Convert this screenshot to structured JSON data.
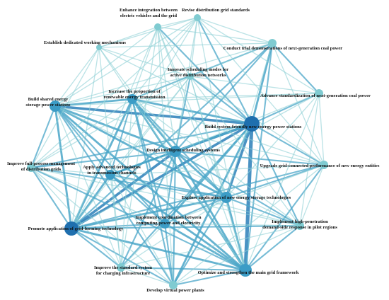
{
  "colors": {
    "background": "#ffffff",
    "node_large": "#1f6fae",
    "node_medium": "#3b9cc6",
    "node_small": "#7fcbd1",
    "edge_strong": "#2a7fb8",
    "edge_medium": "#4aa6c8",
    "edge_light": "#8fd0d6",
    "label": "#111111"
  },
  "nodes": [
    {
      "id": "n1",
      "label": [
        "Revise distribution grid standards"
      ],
      "weight": 2
    },
    {
      "id": "n2",
      "label": [
        "Enhance integration between",
        "electric vehicles and the grid"
      ],
      "weight": 2
    },
    {
      "id": "n3",
      "label": [
        "Establish dedicated working mechanisms"
      ],
      "weight": 1
    },
    {
      "id": "n4",
      "label": [
        "Conduct trial demonstrations of next-generation coal power"
      ],
      "weight": 2
    },
    {
      "id": "n5",
      "label": [
        "Innovate scheduling modes for",
        "active distribution networks"
      ],
      "weight": 2
    },
    {
      "id": "n6",
      "label": [
        "Increase the proportion of",
        "renewable energy transmission"
      ],
      "weight": 3
    },
    {
      "id": "n7",
      "label": [
        "Build shared energy",
        "storage power stations"
      ],
      "weight": 3
    },
    {
      "id": "n8",
      "label": [
        "Advance standardization of next-generation coal power"
      ],
      "weight": 2
    },
    {
      "id": "n9",
      "label": [
        "Build system-friendly new energy power stations"
      ],
      "weight": 5
    },
    {
      "id": "n10",
      "label": [
        "Design intelligent scheduling systems"
      ],
      "weight": 4
    },
    {
      "id": "n11",
      "label": [
        "Improve full-process management",
        "of distribution grids"
      ],
      "weight": 2
    },
    {
      "id": "n12",
      "label": [
        "Apply advanced technologies",
        "in transmission channels"
      ],
      "weight": 3
    },
    {
      "id": "n13",
      "label": [
        "Upgrade grid-connected performance of new energy entities"
      ],
      "weight": 2
    },
    {
      "id": "n14",
      "label": [
        "Explore application of new energy storage technologies"
      ],
      "weight": 4
    },
    {
      "id": "n15",
      "label": [
        "Implement coordination between",
        "computing power and electricity"
      ],
      "weight": 3
    },
    {
      "id": "n16",
      "label": [
        "Implement high-penetration",
        "demand-side response in pilot regions"
      ],
      "weight": 2
    },
    {
      "id": "n17",
      "label": [
        "Promote application of grid-forming technology"
      ],
      "weight": 5
    },
    {
      "id": "n18",
      "label": [
        "Improve the standard system",
        "for charging infrastructure"
      ],
      "weight": 2
    },
    {
      "id": "n19",
      "label": [
        "Optimize and strengthen the main grid framework"
      ],
      "weight": 4
    },
    {
      "id": "n20",
      "label": [
        "Develop virtual power plants"
      ],
      "weight": 2
    }
  ],
  "edges": [
    [
      "n9",
      "n19",
      6
    ],
    [
      "n9",
      "n17",
      4
    ],
    [
      "n9",
      "n14",
      4
    ],
    [
      "n9",
      "n10",
      4
    ],
    [
      "n9",
      "n7",
      4
    ],
    [
      "n9",
      "n6",
      3
    ],
    [
      "n9",
      "n4",
      3
    ],
    [
      "n9",
      "n12",
      3
    ],
    [
      "n9",
      "n15",
      3
    ],
    [
      "n9",
      "n20",
      3
    ],
    [
      "n9",
      "n16",
      2
    ],
    [
      "n9",
      "n13",
      2
    ],
    [
      "n9",
      "n8",
      2
    ],
    [
      "n9",
      "n1",
      2
    ],
    [
      "n9",
      "n2",
      2
    ],
    [
      "n9",
      "n5",
      2
    ],
    [
      "n9",
      "n11",
      2
    ],
    [
      "n9",
      "n18",
      2
    ],
    [
      "n9",
      "n3",
      1
    ],
    [
      "n17",
      "n10",
      4
    ],
    [
      "n17",
      "n14",
      3
    ],
    [
      "n17",
      "n19",
      3
    ],
    [
      "n17",
      "n12",
      3
    ],
    [
      "n17",
      "n7",
      3
    ],
    [
      "n17",
      "n6",
      3
    ],
    [
      "n17",
      "n15",
      2
    ],
    [
      "n17",
      "n20",
      2
    ],
    [
      "n17",
      "n11",
      2
    ],
    [
      "n17",
      "n18",
      2
    ],
    [
      "n17",
      "n13",
      2
    ],
    [
      "n17",
      "n16",
      2
    ],
    [
      "n17",
      "n4",
      2
    ],
    [
      "n17",
      "n2",
      1
    ],
    [
      "n17",
      "n1",
      1
    ],
    [
      "n17",
      "n3",
      1
    ],
    [
      "n17",
      "n5",
      1
    ],
    [
      "n17",
      "n8",
      1
    ],
    [
      "n19",
      "n10",
      3
    ],
    [
      "n19",
      "n14",
      3
    ],
    [
      "n19",
      "n12",
      3
    ],
    [
      "n19",
      "n6",
      3
    ],
    [
      "n19",
      "n7",
      3
    ],
    [
      "n19",
      "n15",
      3
    ],
    [
      "n19",
      "n20",
      2
    ],
    [
      "n19",
      "n16",
      2
    ],
    [
      "n19",
      "n18",
      2
    ],
    [
      "n19",
      "n13",
      2
    ],
    [
      "n19",
      "n11",
      2
    ],
    [
      "n19",
      "n4",
      2
    ],
    [
      "n19",
      "n2",
      1
    ],
    [
      "n19",
      "n1",
      1
    ],
    [
      "n19",
      "n3",
      1
    ],
    [
      "n19",
      "n5",
      1
    ],
    [
      "n19",
      "n8",
      1
    ],
    [
      "n10",
      "n14",
      3
    ],
    [
      "n10",
      "n7",
      3
    ],
    [
      "n10",
      "n6",
      3
    ],
    [
      "n10",
      "n12",
      3
    ],
    [
      "n10",
      "n15",
      2
    ],
    [
      "n10",
      "n20",
      2
    ],
    [
      "n10",
      "n5",
      2
    ],
    [
      "n10",
      "n11",
      2
    ],
    [
      "n10",
      "n13",
      2
    ],
    [
      "n10",
      "n16",
      2
    ],
    [
      "n10",
      "n4",
      2
    ],
    [
      "n10",
      "n18",
      2
    ],
    [
      "n10",
      "n1",
      1
    ],
    [
      "n10",
      "n2",
      1
    ],
    [
      "n10",
      "n3",
      1
    ],
    [
      "n10",
      "n8",
      1
    ],
    [
      "n14",
      "n7",
      3
    ],
    [
      "n14",
      "n6",
      2
    ],
    [
      "n14",
      "n12",
      2
    ],
    [
      "n14",
      "n15",
      2
    ],
    [
      "n14",
      "n20",
      2
    ],
    [
      "n14",
      "n16",
      2
    ],
    [
      "n14",
      "n13",
      2
    ],
    [
      "n14",
      "n11",
      2
    ],
    [
      "n14",
      "n18",
      1
    ],
    [
      "n14",
      "n4",
      1
    ],
    [
      "n14",
      "n8",
      1
    ],
    [
      "n14",
      "n2",
      1
    ],
    [
      "n14",
      "n5",
      1
    ],
    [
      "n7",
      "n6",
      3
    ],
    [
      "n7",
      "n12",
      2
    ],
    [
      "n7",
      "n11",
      2
    ],
    [
      "n7",
      "n15",
      2
    ],
    [
      "n7",
      "n20",
      2
    ],
    [
      "n7",
      "n3",
      1
    ],
    [
      "n7",
      "n2",
      1
    ],
    [
      "n7",
      "n5",
      1
    ],
    [
      "n7",
      "n4",
      1
    ],
    [
      "n7",
      "n18",
      1
    ],
    [
      "n7",
      "n1",
      1
    ],
    [
      "n7",
      "n13",
      1
    ],
    [
      "n7",
      "n16",
      1
    ],
    [
      "n7",
      "n8",
      1
    ],
    [
      "n6",
      "n12",
      2
    ],
    [
      "n6",
      "n15",
      2
    ],
    [
      "n6",
      "n20",
      2
    ],
    [
      "n6",
      "n4",
      2
    ],
    [
      "n6",
      "n5",
      1
    ],
    [
      "n6",
      "n2",
      1
    ],
    [
      "n6",
      "n1",
      1
    ],
    [
      "n6",
      "n13",
      1
    ],
    [
      "n6",
      "n16",
      1
    ],
    [
      "n6",
      "n18",
      1
    ],
    [
      "n6",
      "n11",
      1
    ],
    [
      "n6",
      "n8",
      1
    ],
    [
      "n12",
      "n15",
      2
    ],
    [
      "n12",
      "n20",
      1
    ],
    [
      "n12",
      "n11",
      1
    ],
    [
      "n12",
      "n18",
      1
    ],
    [
      "n12",
      "n13",
      1
    ],
    [
      "n12",
      "n16",
      1
    ],
    [
      "n12",
      "n5",
      1
    ],
    [
      "n15",
      "n20",
      2
    ],
    [
      "n15",
      "n16",
      1
    ],
    [
      "n15",
      "n18",
      1
    ],
    [
      "n15",
      "n13",
      1
    ],
    [
      "n15",
      "n11",
      1
    ],
    [
      "n20",
      "n18",
      1
    ],
    [
      "n20",
      "n16",
      1
    ],
    [
      "n20",
      "n11",
      1
    ],
    [
      "n20",
      "n13",
      1
    ],
    [
      "n4",
      "n8",
      2
    ],
    [
      "n4",
      "n1",
      1
    ],
    [
      "n4",
      "n2",
      1
    ],
    [
      "n4",
      "n5",
      1
    ],
    [
      "n4",
      "n13",
      1
    ],
    [
      "n4",
      "n3",
      1
    ],
    [
      "n8",
      "n13",
      1
    ],
    [
      "n8",
      "n1",
      1
    ],
    [
      "n8",
      "n5",
      1
    ],
    [
      "n8",
      "n16",
      1
    ],
    [
      "n1",
      "n2",
      1
    ],
    [
      "n1",
      "n3",
      1
    ],
    [
      "n1",
      "n5",
      1
    ],
    [
      "n1",
      "n11",
      1
    ],
    [
      "n1",
      "n13",
      1
    ],
    [
      "n2",
      "n3",
      1
    ],
    [
      "n2",
      "n5",
      1
    ],
    [
      "n2",
      "n18",
      1
    ],
    [
      "n2",
      "n20",
      1
    ],
    [
      "n3",
      "n11",
      1
    ],
    [
      "n3",
      "n5",
      1
    ],
    [
      "n3",
      "n18",
      1
    ],
    [
      "n5",
      "n11",
      1
    ],
    [
      "n5",
      "n13",
      1
    ],
    [
      "n5",
      "n16",
      1
    ],
    [
      "n11",
      "n18",
      1
    ],
    [
      "n11",
      "n16",
      1
    ],
    [
      "n13",
      "n16",
      1
    ],
    [
      "n18",
      "n16",
      1
    ]
  ]
}
